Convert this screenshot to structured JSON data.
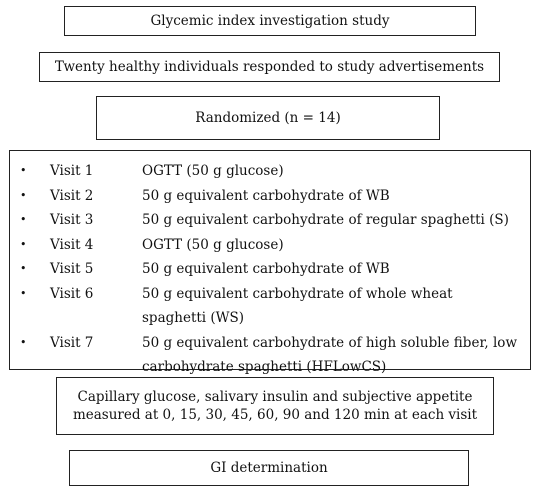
{
  "boxes": {
    "title": "Glycemic index investigation study",
    "recruitment": "Twenty healthy individuals responded to study advertisements",
    "randomized": "Randomized (n = 14)",
    "measurement": "Capillary glucose, salivary insulin and subjective appetite measured at 0, 15, 30, 45, 60, 90 and 120 min at each visit",
    "gi": "GI determination"
  },
  "bullet_glyph": "•",
  "visits": [
    {
      "label": "Visit 1",
      "desc": "OGTT (50 g glucose)"
    },
    {
      "label": "Visit 2",
      "desc": "50 g equivalent carbohydrate of WB"
    },
    {
      "label": "Visit 3",
      "desc": "50 g equivalent carbohydrate of regular spaghetti (S)"
    },
    {
      "label": "Visit 4",
      "desc": "OGTT (50 g glucose)"
    },
    {
      "label": "Visit 5",
      "desc": "50 g equivalent carbohydrate of WB"
    },
    {
      "label": "Visit 6",
      "desc": "50 g equivalent carbohydrate of whole wheat spaghetti (WS)"
    },
    {
      "label": "Visit 7",
      "desc": "50 g equivalent carbohydrate of high soluble fiber, low carbohydrate spaghetti (HFLowCS)"
    }
  ]
}
